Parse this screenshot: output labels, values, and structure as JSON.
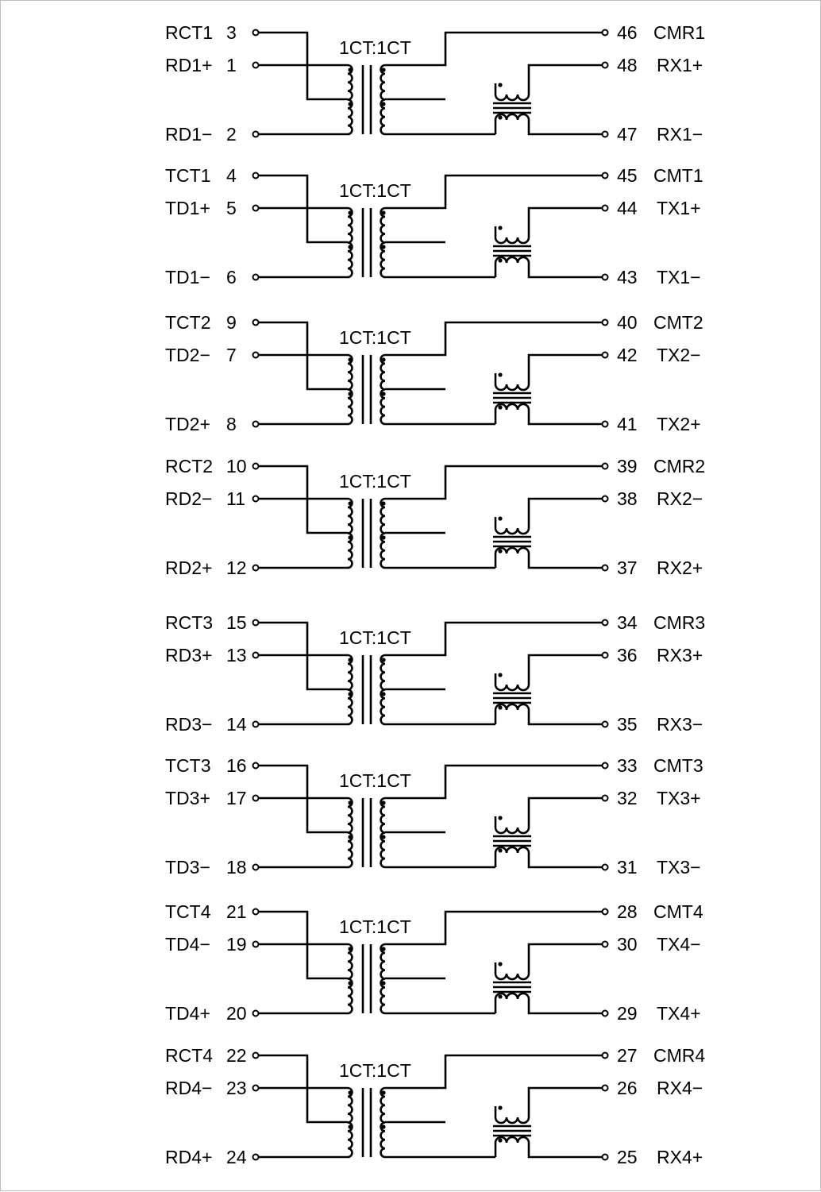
{
  "diagram": {
    "ratio_label": "1CT:1CT",
    "blocks": [
      {
        "left_top": {
          "name": "RCT1",
          "num": "3"
        },
        "left_mid": {
          "name": "RD1+",
          "num": "1"
        },
        "left_bot": {
          "name": "RD1−",
          "num": "2"
        },
        "right_top": {
          "num": "46",
          "name": "CMR1"
        },
        "right_mid": {
          "num": "48",
          "name": "RX1+"
        },
        "right_bot": {
          "num": "47",
          "name": "RX1−"
        }
      },
      {
        "left_top": {
          "name": "TCT1",
          "num": "4"
        },
        "left_mid": {
          "name": "TD1+",
          "num": "5"
        },
        "left_bot": {
          "name": "TD1−",
          "num": "6"
        },
        "right_top": {
          "num": "45",
          "name": "CMT1"
        },
        "right_mid": {
          "num": "44",
          "name": "TX1+"
        },
        "right_bot": {
          "num": "43",
          "name": "TX1−"
        }
      },
      {
        "left_top": {
          "name": "TCT2",
          "num": "9"
        },
        "left_mid": {
          "name": "TD2−",
          "num": "7"
        },
        "left_bot": {
          "name": "TD2+",
          "num": "8"
        },
        "right_top": {
          "num": "40",
          "name": "CMT2"
        },
        "right_mid": {
          "num": "42",
          "name": "TX2−"
        },
        "right_bot": {
          "num": "41",
          "name": "TX2+"
        }
      },
      {
        "left_top": {
          "name": "RCT2",
          "num": "10"
        },
        "left_mid": {
          "name": "RD2−",
          "num": "11"
        },
        "left_bot": {
          "name": "RD2+",
          "num": "12"
        },
        "right_top": {
          "num": "39",
          "name": "CMR2"
        },
        "right_mid": {
          "num": "38",
          "name": "RX2−"
        },
        "right_bot": {
          "num": "37",
          "name": "RX2+"
        }
      },
      {
        "left_top": {
          "name": "RCT3",
          "num": "15"
        },
        "left_mid": {
          "name": "RD3+",
          "num": "13"
        },
        "left_bot": {
          "name": "RD3−",
          "num": "14"
        },
        "right_top": {
          "num": "34",
          "name": "CMR3"
        },
        "right_mid": {
          "num": "36",
          "name": "RX3+"
        },
        "right_bot": {
          "num": "35",
          "name": "RX3−"
        }
      },
      {
        "left_top": {
          "name": "TCT3",
          "num": "16"
        },
        "left_mid": {
          "name": "TD3+",
          "num": "17"
        },
        "left_bot": {
          "name": "TD3−",
          "num": "18"
        },
        "right_top": {
          "num": "33",
          "name": "CMT3"
        },
        "right_mid": {
          "num": "32",
          "name": "TX3+"
        },
        "right_bot": {
          "num": "31",
          "name": "TX3−"
        }
      },
      {
        "left_top": {
          "name": "TCT4",
          "num": "21"
        },
        "left_mid": {
          "name": "TD4−",
          "num": "19"
        },
        "left_bot": {
          "name": "TD4+",
          "num": "20"
        },
        "right_top": {
          "num": "28",
          "name": "CMT4"
        },
        "right_mid": {
          "num": "30",
          "name": "TX4−"
        },
        "right_bot": {
          "num": "29",
          "name": "TX4+"
        }
      },
      {
        "left_top": {
          "name": "RCT4",
          "num": "22"
        },
        "left_mid": {
          "name": "RD4−",
          "num": "23"
        },
        "left_bot": {
          "name": "RD4+",
          "num": "24"
        },
        "right_top": {
          "num": "27",
          "name": "CMR4"
        },
        "right_mid": {
          "num": "26",
          "name": "RX4−"
        },
        "right_bot": {
          "num": "25",
          "name": "RX4+"
        }
      }
    ]
  }
}
